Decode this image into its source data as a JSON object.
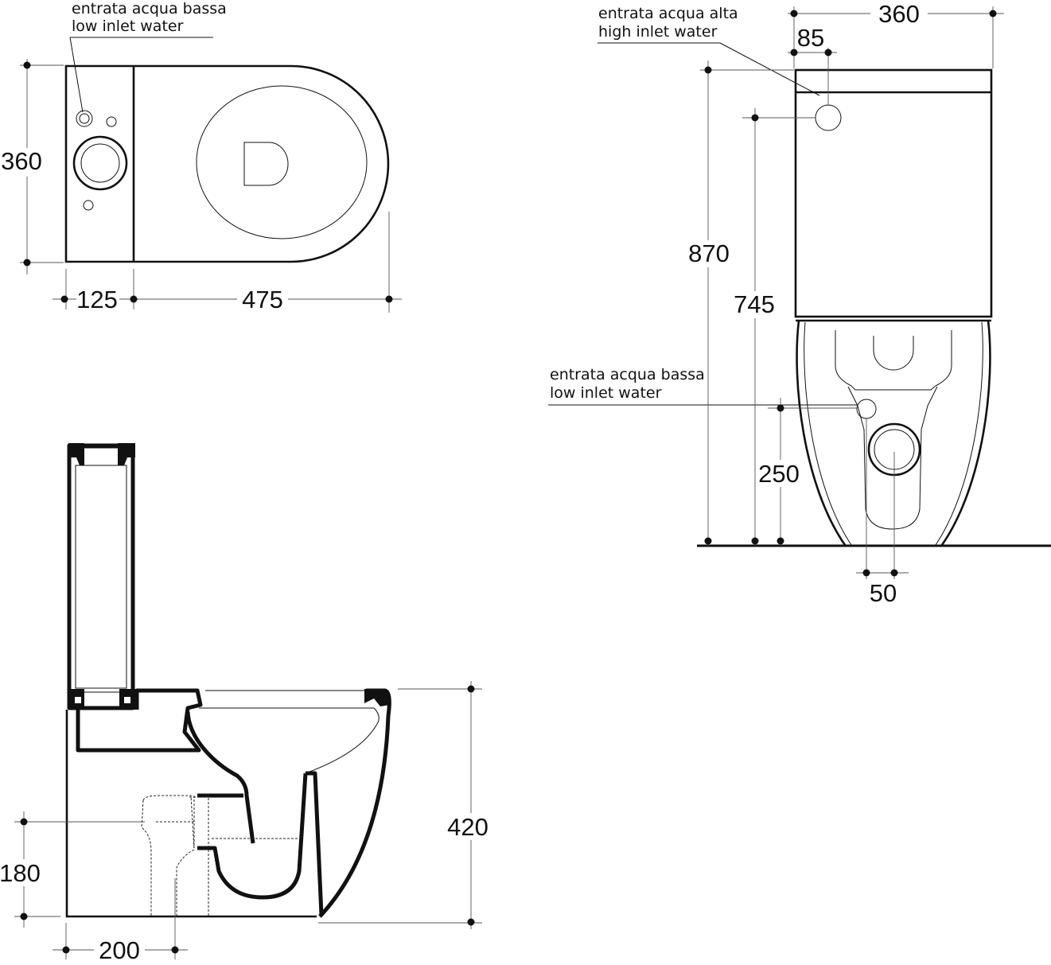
{
  "colors": {
    "ink": "#111111",
    "background": "#ffffff"
  },
  "top_view": {
    "note_low_it": "entrata acqua bassa",
    "note_low_en": "low inlet water",
    "dim_width": "360",
    "dim_tank_depth": "125",
    "dim_bowl_depth": "475"
  },
  "front_view": {
    "note_high_it": "entrata acqua alta",
    "note_high_en": "high inlet water",
    "note_low_it": "entrata acqua bassa",
    "note_low_en": "low inlet water",
    "dim_width": "360",
    "dim_high_inlet_offset": "85",
    "dim_total_height": "870",
    "dim_high_inlet_height": "745",
    "dim_low_inlet_height": "250",
    "dim_low_inlet_offset": "50"
  },
  "side_view": {
    "dim_rim_height": "420",
    "dim_outlet_height": "180",
    "dim_outlet_distance": "200"
  }
}
